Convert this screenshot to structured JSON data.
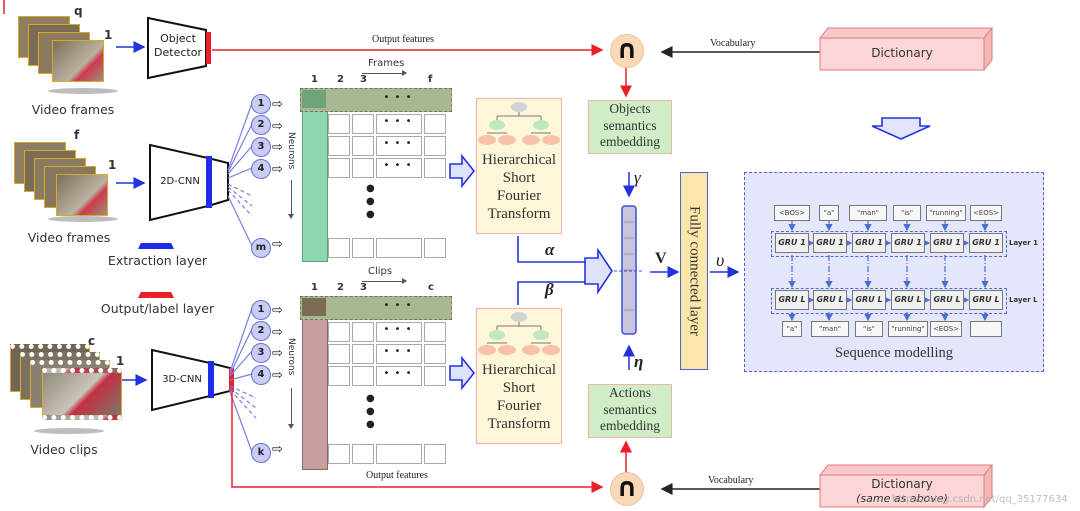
{
  "inputs": {
    "top": {
      "caption": "Video frames",
      "index_top": "q",
      "index_bottom": "1"
    },
    "middle": {
      "caption": "Video frames",
      "index_top": "f",
      "index_bottom": "1"
    },
    "bottom": {
      "caption": "Video clips",
      "index_top": "c",
      "index_bottom": "1"
    }
  },
  "networks": {
    "object_detector": "Object\nDetector",
    "cnn2d": "2D-CNN",
    "cnn3d": "3D-CNN"
  },
  "legend": {
    "extraction": {
      "label": "Extraction layer",
      "color": "#1f2ee6"
    },
    "output": {
      "label": "Output/label layer",
      "color": "#e8202a"
    }
  },
  "frames_matrix": {
    "axis_label": "Frames",
    "column_headers": [
      "1",
      "2",
      "3",
      "f"
    ],
    "row_axis_label": "Neurons",
    "neurons": [
      "1",
      "2",
      "3",
      "4",
      "m"
    ],
    "ellipsis": "• • •",
    "highlight_color": "#8ed8b0"
  },
  "clips_matrix": {
    "axis_label": "Clips",
    "column_headers": [
      "1",
      "2",
      "3",
      "c"
    ],
    "row_axis_label": "Neurons",
    "neurons": [
      "1",
      "2",
      "3",
      "4",
      "k"
    ],
    "ellipsis": "• • •",
    "highlight_color": "#c89e9e"
  },
  "hsft": {
    "label_lines": [
      "Hierarchical",
      "Short",
      "Fourier",
      "Transform"
    ]
  },
  "edge_labels": {
    "output_features": "Output features",
    "vocabulary": "Vocabulary",
    "alpha": "α",
    "beta": "β",
    "gamma": "γ",
    "eta": "η",
    "v_bold": "V",
    "v_small": "υ"
  },
  "intersection_symbol": "∩",
  "semantics": {
    "objects": [
      "Objects",
      "semantics",
      "embedding"
    ],
    "actions": [
      "Actions",
      "semantics",
      "embedding"
    ]
  },
  "dictionary": {
    "top": "Dictionary",
    "bottom": "Dictionary",
    "bottom_note": "(same as above)"
  },
  "fully_connected": "Fully connected layer",
  "sequence": {
    "title": "Sequence modelling",
    "input_tokens": [
      "<BOS>",
      "\"a\"",
      "\"man\"",
      "\"is\"",
      "\"running\"",
      "<EOS>"
    ],
    "layer1_cells": [
      "GRU 1",
      "GRU 1",
      "GRU 1",
      "GRU 1",
      "GRU 1",
      "GRU 1"
    ],
    "layerL_cells": [
      "GRU L",
      "GRU L",
      "GRU L",
      "GRU L",
      "GRU L",
      "GRU L"
    ],
    "layer1_label": "Layer 1",
    "layerL_label": "Layer L",
    "output_tokens": [
      "\"a\"",
      "\"man\"",
      "\"is\"",
      "\"running\"",
      "<EOS>",
      ""
    ]
  },
  "watermark": "https://blog.csdn.net/qq_35177634"
}
